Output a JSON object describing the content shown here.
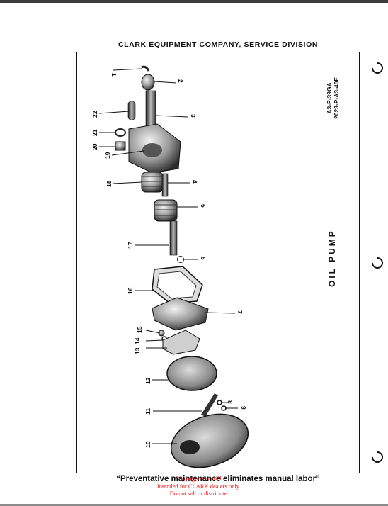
{
  "header": {
    "title": "CLARK EQUIPMENT COMPANY, SERVICE DIVISION"
  },
  "reference": {
    "line1": "A3-P-39GA",
    "line2": "2023-P-A3-40E"
  },
  "figure": {
    "title": "OIL PUMP",
    "callouts": [
      "1",
      "2",
      "3",
      "4",
      "5",
      "6",
      "7",
      "8",
      "9",
      "10",
      "11",
      "12",
      "13",
      "14",
      "15",
      "16",
      "17",
      "18",
      "19",
      "20",
      "21",
      "22"
    ]
  },
  "footer": {
    "motto": "“Preventative maintenance eliminates manual labor”",
    "watermark": [
      "Copyright Material",
      "Intended for CLARK dealers only",
      "Do not sell or distribute"
    ]
  }
}
